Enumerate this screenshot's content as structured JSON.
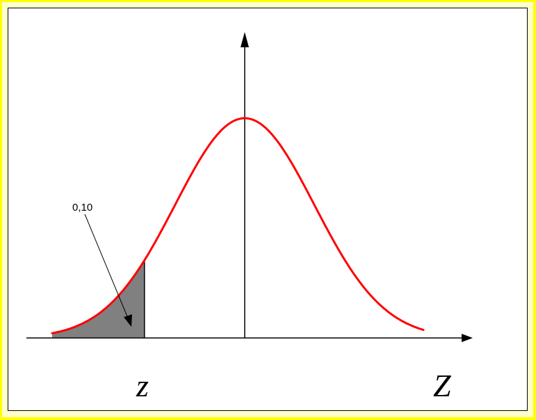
{
  "diagram": {
    "area_label": "0,10",
    "z_label": "z",
    "axis_label": "Z",
    "colors": {
      "curve": "#ff0000",
      "shaded_area": "#808080",
      "axes": "#000000",
      "frame": "#ffff00",
      "background": "#ffffcc"
    },
    "curve": {
      "type": "normal-density",
      "shaded_tail": "left",
      "tail_probability": 0.1
    }
  }
}
